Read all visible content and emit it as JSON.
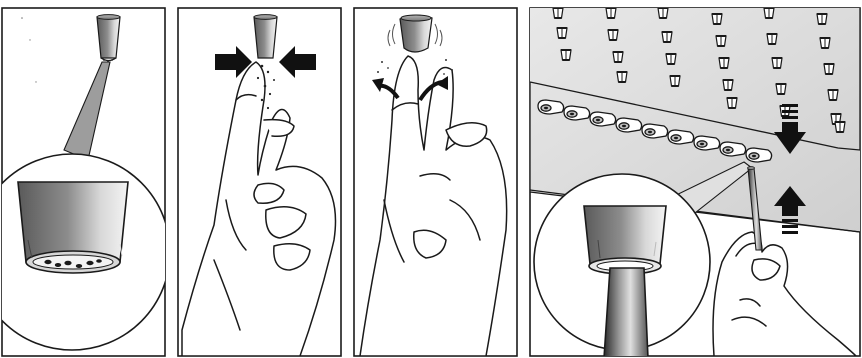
{
  "figure": {
    "panels": [
      {
        "id": "panel-1",
        "step": 1,
        "subject": "nozzle-magnified"
      },
      {
        "id": "panel-2",
        "step": 2,
        "subject": "nozzle-squeeze"
      },
      {
        "id": "panel-3",
        "step": 3,
        "subject": "nozzle-rub"
      },
      {
        "id": "panel-4",
        "step": 4,
        "subject": "shower-plate-pin-clean"
      }
    ],
    "colors": {
      "line": "#1a1a1a",
      "background": "#ffffff",
      "plate": "#d9d9d9",
      "nozzle_dark": "#6e6e6e",
      "nozzle_light": "#e6e6e6",
      "arrow": "#111111"
    },
    "icons": [
      "arrow-right-icon",
      "arrow-left-icon",
      "curved-arrow-icon",
      "arrow-down-icon",
      "arrow-up-icon"
    ]
  }
}
